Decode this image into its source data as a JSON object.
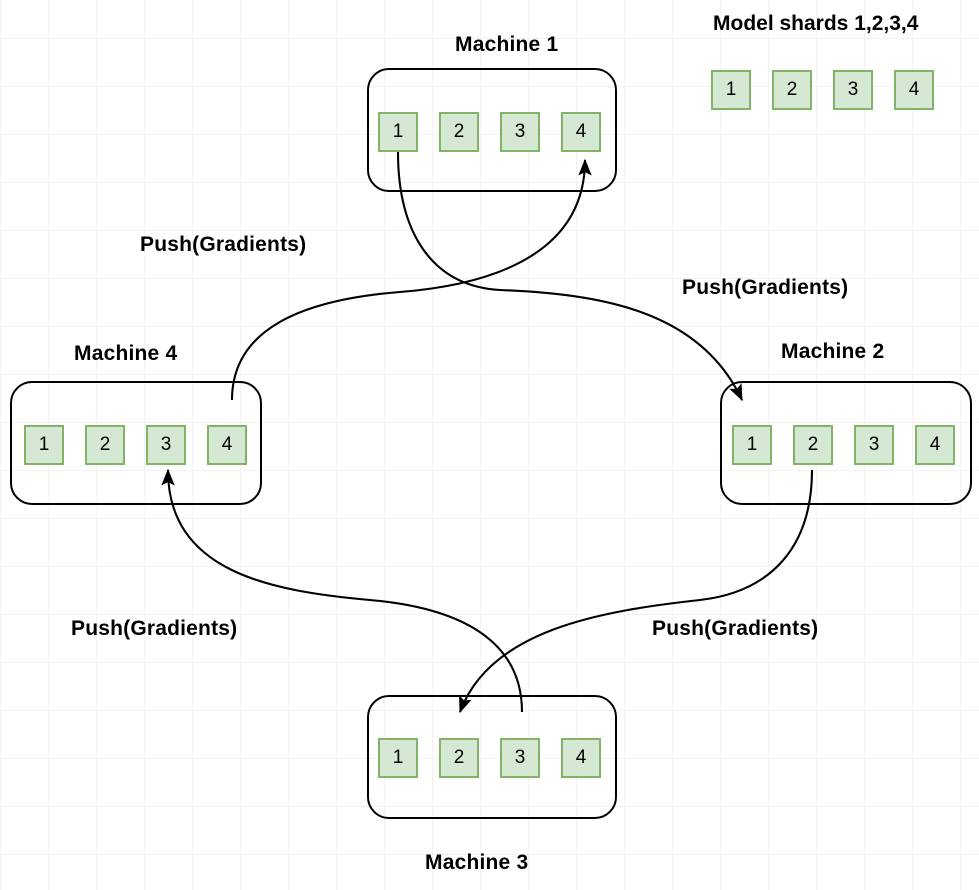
{
  "diagram": {
    "title_legend": "Model shards 1,2,3,4",
    "legend_shards": [
      "1",
      "2",
      "3",
      "4"
    ],
    "machines": [
      {
        "id": "machine-1",
        "label": "Machine 1",
        "label_position": "above",
        "shards": [
          "1",
          "2",
          "3",
          "4"
        ]
      },
      {
        "id": "machine-2",
        "label": "Machine 2",
        "label_position": "above",
        "shards": [
          "1",
          "2",
          "3",
          "4"
        ]
      },
      {
        "id": "machine-3",
        "label": "Machine 3",
        "label_position": "below",
        "shards": [
          "1",
          "2",
          "3",
          "4"
        ]
      },
      {
        "id": "machine-4",
        "label": "Machine 4",
        "label_position": "above",
        "shards": [
          "1",
          "2",
          "3",
          "4"
        ]
      }
    ],
    "edge_labels": [
      {
        "id": "push-top-left",
        "text": "Push(Gradients)"
      },
      {
        "id": "push-top-right",
        "text": "Push(Gradients)"
      },
      {
        "id": "push-bottom-left",
        "text": "Push(Gradients)"
      },
      {
        "id": "push-bottom-right",
        "text": "Push(Gradients)"
      }
    ],
    "edges": [
      {
        "id": "edge-m1s1-to-m2s1",
        "from": "machine-1.shard-1",
        "to": "machine-2.shard-1",
        "label": "Push(Gradients)"
      },
      {
        "id": "edge-m4s4-to-m1s4",
        "from": "machine-4.shard-4",
        "to": "machine-1.shard-4",
        "label": "Push(Gradients)"
      },
      {
        "id": "edge-m2s2-to-m3s2",
        "from": "machine-2.shard-2",
        "to": "machine-3.shard-2",
        "label": "Push(Gradients)"
      },
      {
        "id": "edge-m3s3-to-m4s3",
        "from": "machine-3.shard-3",
        "to": "machine-4.shard-3",
        "label": "Push(Gradients)"
      }
    ],
    "colors": {
      "shard_fill": "#d5e8d4",
      "shard_border": "#82b366",
      "machine_border": "#000000",
      "edge_stroke": "#000000",
      "text": "#000000",
      "grid_minor": "#f2f2f2",
      "grid_major": "#e6e6e6",
      "background": "#ffffff"
    }
  }
}
